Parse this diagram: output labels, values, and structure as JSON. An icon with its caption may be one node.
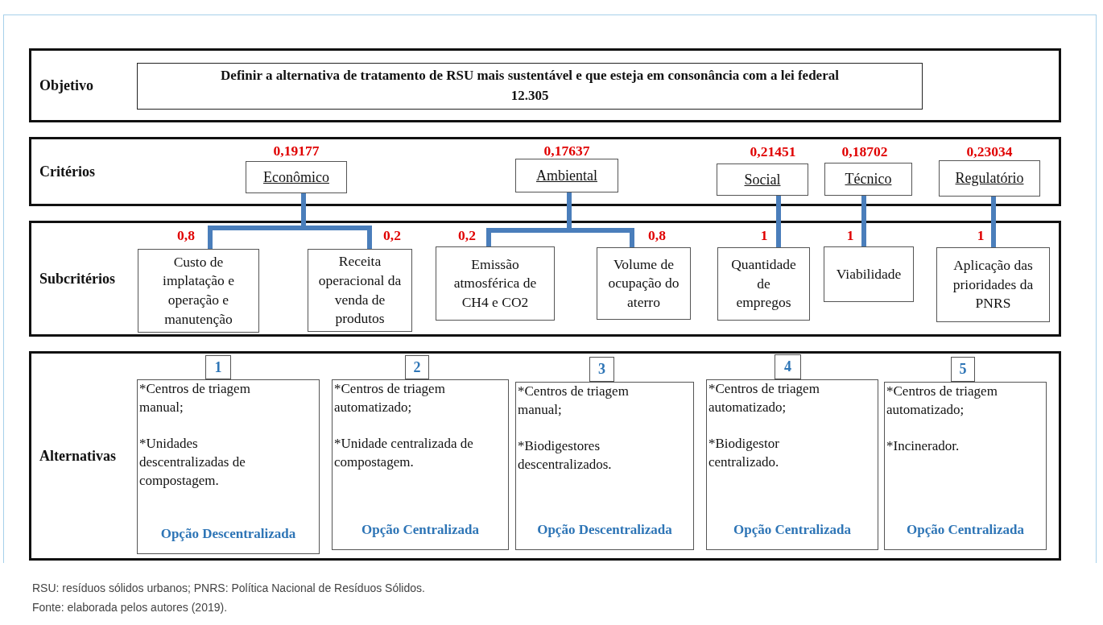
{
  "diagram": {
    "caption": "RSU: resíduos sólidos urbanos; PNRS: Política Nacional de Resíduos Sólidos.",
    "nodes": [
      {
        "text": [
          "Objetivo"
        ]
      },
      {
        "text": [
          "Definir a alternativa de tratamento de RSU mais sustentável e que esteja em consonância com a lei federal 12.305"
        ],
        "in": 0
      },
      {
        "text": [
          "Critérios"
        ]
      },
      {
        "text": [
          "Econômico"
        ],
        "in": 2,
        "beside": [
          "0,19177"
        ]
      },
      {
        "text": [
          "Ambiental"
        ],
        "in": 2,
        "beside": [
          "0,17637"
        ]
      },
      {
        "text": [
          "Social"
        ],
        "in": 2,
        "beside": [
          "0,21451"
        ]
      },
      {
        "text": [
          "Técnico"
        ],
        "in": 2,
        "beside": [
          "0,18702"
        ]
      },
      {
        "text": [
          "Regulatório"
        ],
        "in": 2,
        "beside": [
          "0,23034"
        ]
      },
      {
        "text": [
          "Subcritérios"
        ]
      },
      {
        "text": [
          "Custo de implatação e operação e manutenção"
        ],
        "in": 8,
        "beside": [
          "0,8"
        ]
      },
      {
        "text": [
          "Receita operacional da venda de produtos"
        ],
        "in": 8,
        "beside": [
          "0,2"
        ]
      },
      {
        "text": [
          "Emissão atmosférica de CH4 e CO2"
        ],
        "in": 8,
        "beside": [
          "0,2"
        ]
      },
      {
        "text": [
          "Volume de ocupação do aterro"
        ],
        "in": 8,
        "beside": [
          "0,8"
        ]
      },
      {
        "text": [
          "Quantidade de empregos"
        ],
        "in": 8,
        "beside": [
          "1"
        ]
      },
      {
        "text": [
          "Viabilidade"
        ],
        "in": 8,
        "beside": [
          "1"
        ]
      },
      {
        "text": [
          "Aplicação das prioridades da PNRS"
        ],
        "in": 8,
        "beside": [
          "1"
        ]
      },
      {
        "text": [
          "Alternativas"
        ]
      },
      {
        "text": [
          "1"
        ],
        "in": 16
      },
      {
        "text": [
          "2"
        ],
        "in": 16
      },
      {
        "text": [
          "3"
        ],
        "in": 16
      },
      {
        "text": [
          "4"
        ],
        "in": 16
      },
      {
        "text": [
          "5"
        ],
        "in": 16
      },
      {
        "text": [
          "*Centros de triagem manual;",
          "*Unidades descentralizadas de compostagem.",
          "Opção Descentralizada"
        ],
        "in": 16
      },
      {
        "text": [
          "*Centros de triagem automatizado;",
          "*Unidade centralizada de compostagem.",
          "Opção Centralizada"
        ],
        "in": 16
      },
      {
        "text": [
          "*Centros de triagem manual;",
          "*Biodigestores descentralizados.",
          "Opção Descentralizada"
        ],
        "in": 16
      },
      {
        "text": [
          "*Centros de triagem automatizado;",
          "*Biodigestor centralizado.",
          "Opção Centralizada"
        ],
        "in": 16
      },
      {
        "text": [
          "*Centros de triagem automatizado;",
          "*Incinerador.",
          "Opção Centralizada"
        ],
        "in": 16
      }
    ],
    "edges": [
      {
        "from": 3,
        "to": 9,
        "arrow": "none"
      },
      {
        "from": 3,
        "to": 10,
        "arrow": "none"
      },
      {
        "from": 4,
        "to": 11,
        "arrow": "none"
      },
      {
        "from": 4,
        "to": 12,
        "arrow": "none"
      },
      {
        "from": 5,
        "to": 13,
        "arrow": "none"
      },
      {
        "from": 6,
        "to": 14,
        "arrow": "none"
      },
      {
        "from": 7,
        "to": 15,
        "arrow": "none"
      }
    ],
    "labels": [
      "Fonte: elaborada pelos autores (2019)."
    ]
  }
}
